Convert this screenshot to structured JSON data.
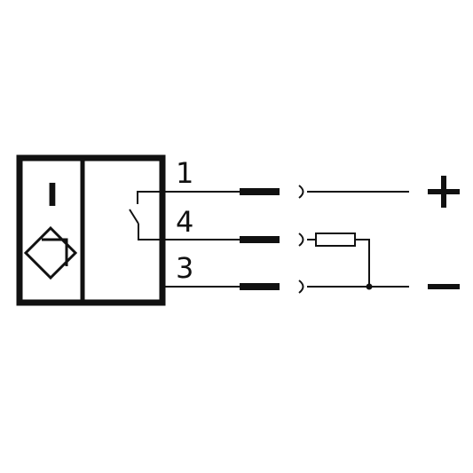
{
  "diagram": {
    "sensor_symbol_label": "I",
    "pins": [
      {
        "number": "1"
      },
      {
        "number": "4"
      },
      {
        "number": "3"
      }
    ],
    "supply": {
      "positive": "+",
      "negative": "−"
    },
    "colors": {
      "line": "#111111",
      "background": "#ffffff"
    }
  }
}
